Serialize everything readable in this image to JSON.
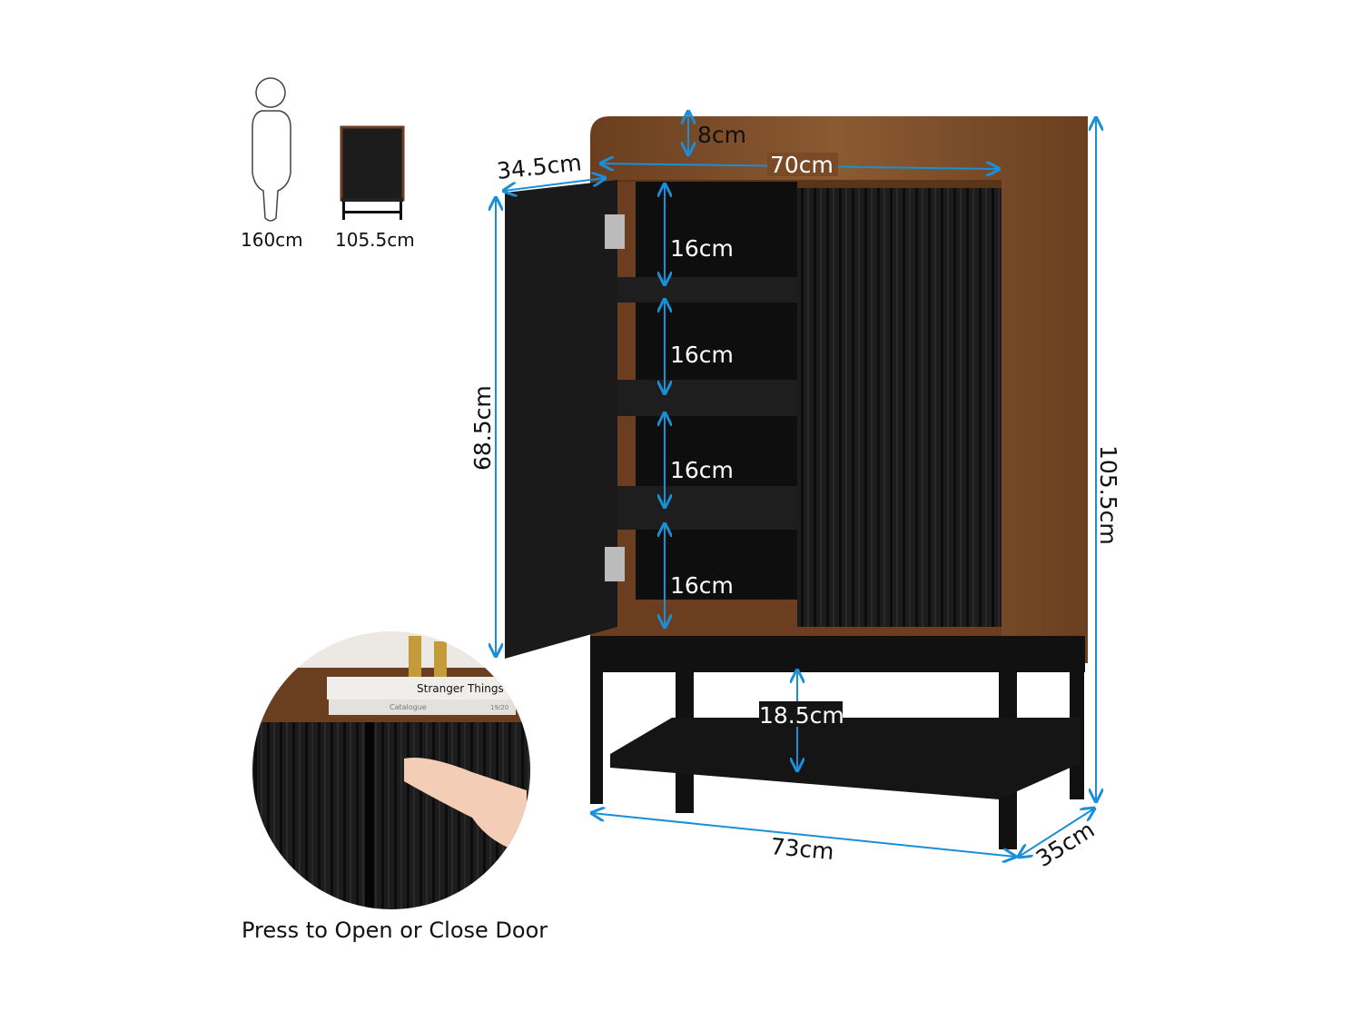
{
  "scale_reference": {
    "person_height": "160cm",
    "cabinet_height": "105.5cm"
  },
  "dimensions": {
    "top_rail_height": "8cm",
    "inner_width": "70cm",
    "top_depth": "34.5cm",
    "door_height": "68.5cm",
    "shelf_heights": [
      "16cm",
      "16cm",
      "16cm",
      "16cm"
    ],
    "total_height": "105.5cm",
    "bottom_clearance": "18.5cm",
    "total_width": "73cm",
    "total_depth": "35cm"
  },
  "inset": {
    "book_title": "Stranger Things",
    "book_subtitle": "Catalogue",
    "book_number": "19/20",
    "caption": "Press to Open or Close Door"
  },
  "colors": {
    "dimension_line": "#1a8fd8",
    "wood": "#7a4a26",
    "panel": "#1b1b1b"
  }
}
